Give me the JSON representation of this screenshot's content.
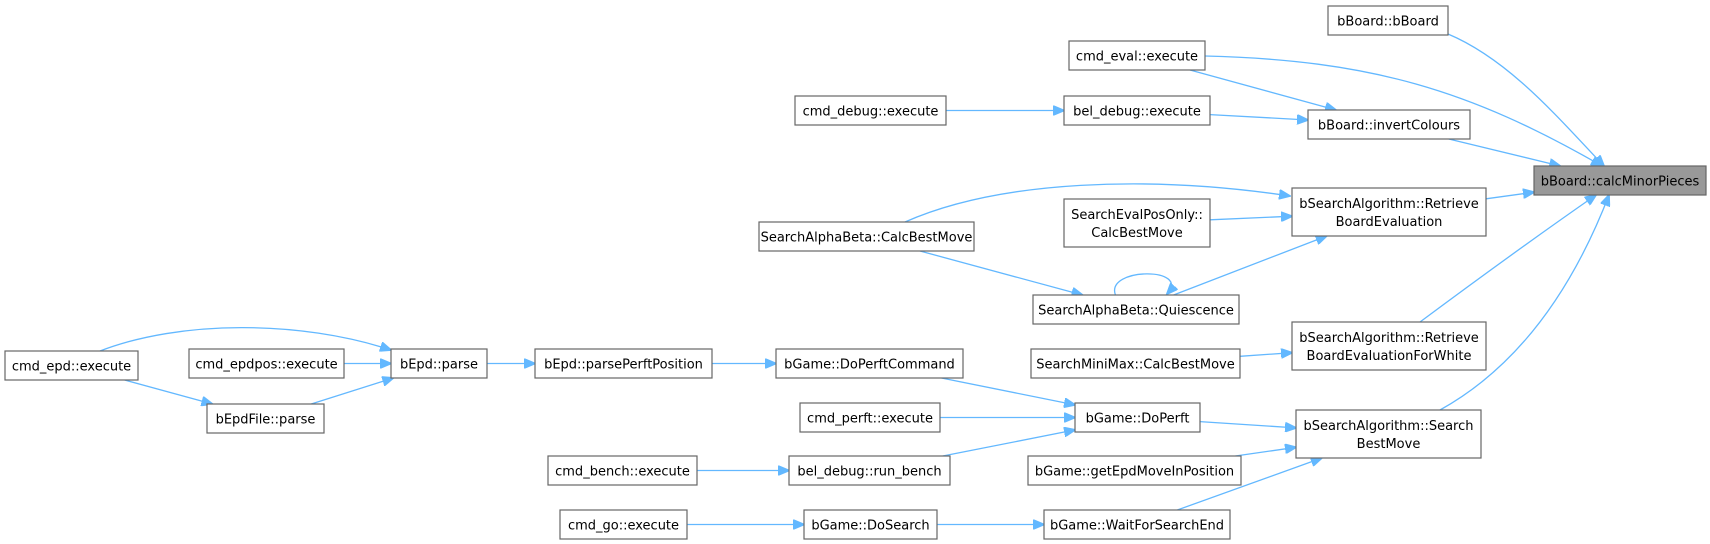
{
  "graph": {
    "colors": {
      "edge": "#63b8ff",
      "focus_fill": "#999999",
      "node_border": "#666666",
      "node_fill": "#ffffff"
    },
    "focus_node": "calcMinorPieces",
    "nodes": {
      "bBoard_bBoard": {
        "lines": [
          "bBoard::bBoard"
        ]
      },
      "cmd_eval": {
        "lines": [
          "cmd_eval::execute"
        ]
      },
      "cmd_debug": {
        "lines": [
          "cmd_debug::execute"
        ]
      },
      "bel_debug_exec": {
        "lines": [
          "bel_debug::execute"
        ]
      },
      "invertColours": {
        "lines": [
          "bBoard::invertColours"
        ]
      },
      "calcMinorPieces": {
        "lines": [
          "bBoard::calcMinorPieces"
        ]
      },
      "RetrieveBoardEval": {
        "lines": [
          "bSearchAlgorithm::Retrieve",
          "BoardEvaluation"
        ]
      },
      "SearchEvalPosOnly": {
        "lines": [
          "SearchEvalPosOnly::",
          "CalcBestMove"
        ]
      },
      "AB_CalcBestMove": {
        "lines": [
          "SearchAlphaBeta::CalcBestMove"
        ]
      },
      "Quiescence": {
        "lines": [
          "SearchAlphaBeta::Quiescence"
        ]
      },
      "RetrieveBoardEvalWhite": {
        "lines": [
          "bSearchAlgorithm::Retrieve",
          "BoardEvaluationForWhite"
        ]
      },
      "MiniMax": {
        "lines": [
          "SearchMiniMax::CalcBestMove"
        ]
      },
      "cmd_epd": {
        "lines": [
          "cmd_epd::execute"
        ]
      },
      "cmd_epdpos": {
        "lines": [
          "cmd_epdpos::execute"
        ]
      },
      "bEpd_parse": {
        "lines": [
          "bEpd::parse"
        ]
      },
      "bEpd_parsePerft": {
        "lines": [
          "bEpd::parsePerftPosition"
        ]
      },
      "DoPerftCommand": {
        "lines": [
          "bGame::DoPerftCommand"
        ]
      },
      "bEpdFile_parse": {
        "lines": [
          "bEpdFile::parse"
        ]
      },
      "cmd_perft": {
        "lines": [
          "cmd_perft::execute"
        ]
      },
      "DoPerft": {
        "lines": [
          "bGame::DoPerft"
        ]
      },
      "SearchBestMove": {
        "lines": [
          "bSearchAlgorithm::Search",
          "BestMove"
        ]
      },
      "cmd_bench": {
        "lines": [
          "cmd_bench::execute"
        ]
      },
      "run_bench": {
        "lines": [
          "bel_debug::run_bench"
        ]
      },
      "getEpdMove": {
        "lines": [
          "bGame::getEpdMoveInPosition"
        ]
      },
      "cmd_go": {
        "lines": [
          "cmd_go::execute"
        ]
      },
      "DoSearch": {
        "lines": [
          "bGame::DoSearch"
        ]
      },
      "WaitForSearchEnd": {
        "lines": [
          "bGame::WaitForSearchEnd"
        ]
      }
    },
    "edges": [
      [
        "bBoard_bBoard",
        "calcMinorPieces"
      ],
      [
        "cmd_eval",
        "calcMinorPieces"
      ],
      [
        "cmd_eval",
        "invertColours"
      ],
      [
        "cmd_debug",
        "bel_debug_exec"
      ],
      [
        "bel_debug_exec",
        "invertColours"
      ],
      [
        "invertColours",
        "calcMinorPieces"
      ],
      [
        "RetrieveBoardEval",
        "calcMinorPieces"
      ],
      [
        "AB_CalcBestMove",
        "RetrieveBoardEval"
      ],
      [
        "SearchEvalPosOnly",
        "RetrieveBoardEval"
      ],
      [
        "Quiescence",
        "RetrieveBoardEval"
      ],
      [
        "AB_CalcBestMove",
        "Quiescence"
      ],
      [
        "Quiescence",
        "Quiescence"
      ],
      [
        "RetrieveBoardEvalWhite",
        "calcMinorPieces"
      ],
      [
        "MiniMax",
        "RetrieveBoardEvalWhite"
      ],
      [
        "SearchBestMove",
        "calcMinorPieces"
      ],
      [
        "cmd_epd",
        "bEpd_parse"
      ],
      [
        "cmd_epdpos",
        "bEpd_parse"
      ],
      [
        "cmd_epd",
        "bEpdFile_parse"
      ],
      [
        "bEpdFile_parse",
        "bEpd_parse"
      ],
      [
        "bEpd_parse",
        "bEpd_parsePerft"
      ],
      [
        "bEpd_parsePerft",
        "DoPerftCommand"
      ],
      [
        "DoPerftCommand",
        "DoPerft"
      ],
      [
        "cmd_perft",
        "DoPerft"
      ],
      [
        "run_bench",
        "DoPerft"
      ],
      [
        "cmd_bench",
        "run_bench"
      ],
      [
        "DoPerft",
        "SearchBestMove"
      ],
      [
        "getEpdMove",
        "SearchBestMove"
      ],
      [
        "WaitForSearchEnd",
        "SearchBestMove"
      ],
      [
        "cmd_go",
        "DoSearch"
      ],
      [
        "DoSearch",
        "WaitForSearchEnd"
      ]
    ]
  }
}
